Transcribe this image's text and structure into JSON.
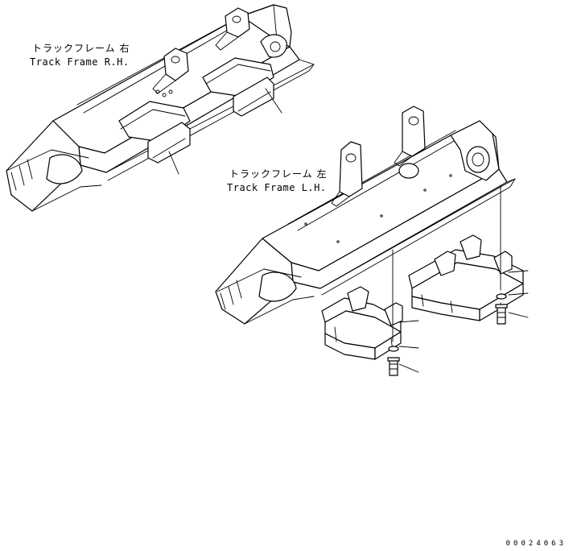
{
  "labels": {
    "track_frame_rh_ja": "トラックフレーム 右",
    "track_frame_rh_en": "Track Frame R.H.",
    "track_frame_lh_ja": "トラックフレーム 左",
    "track_frame_lh_en": "Track Frame L.H."
  },
  "drawing_number": "00024063"
}
